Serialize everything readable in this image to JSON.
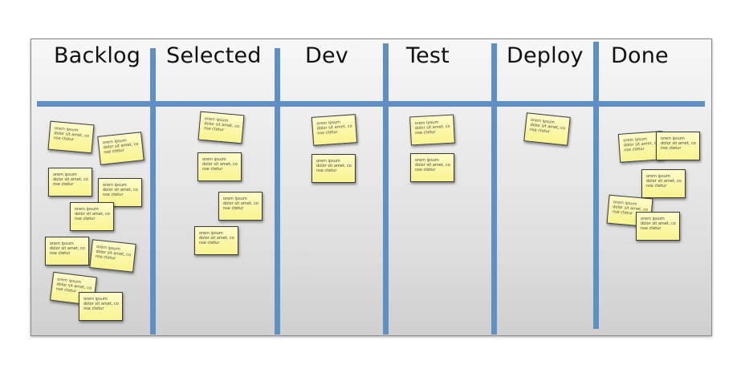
{
  "board": {
    "columns": [
      {
        "title": "Backlog"
      },
      {
        "title": "Selected"
      },
      {
        "title": "Dev"
      },
      {
        "title": "Test"
      },
      {
        "title": "Deploy"
      },
      {
        "title": "Done"
      }
    ],
    "note_text": "orem ipsum dolor sit amet, co nse ctetur",
    "colors": {
      "swimlane": "#5f8fc4",
      "sticky_note": "#f8f38e"
    }
  }
}
